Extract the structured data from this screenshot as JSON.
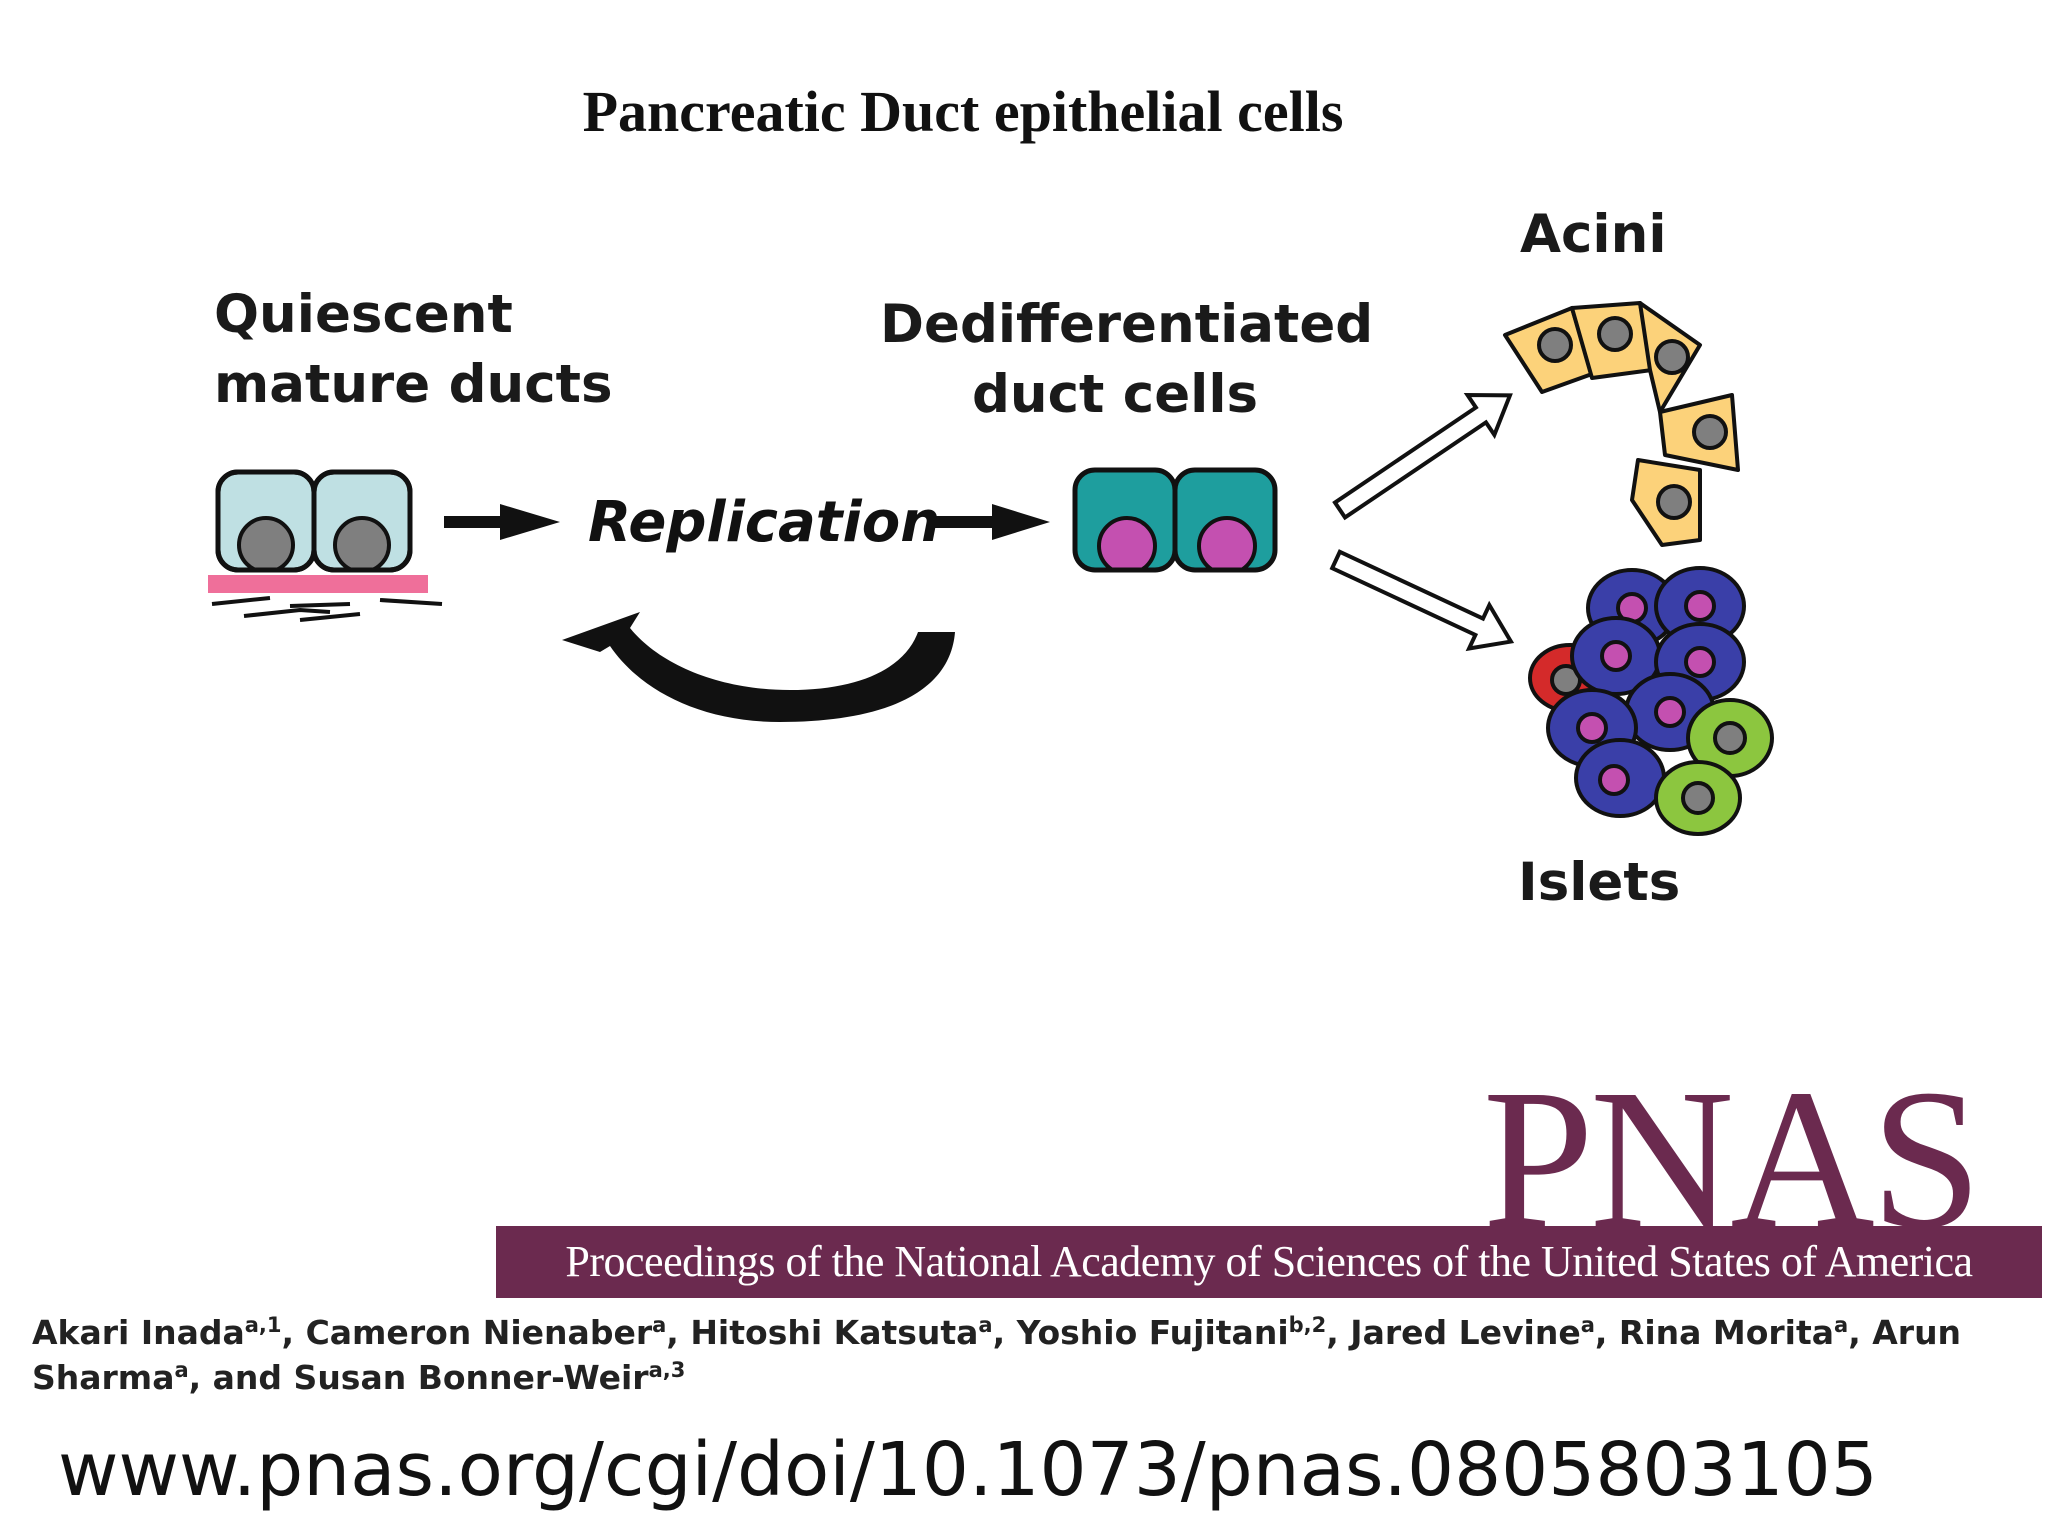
{
  "title": "Pancreatic Duct epithelial cells",
  "labels": {
    "quiescent": [
      "Quiescent",
      "mature ducts"
    ],
    "replication": "Replication",
    "dedifferentiated": [
      "Dedifferentiated",
      "duct cells"
    ],
    "acini": "Acini",
    "islets": "Islets"
  },
  "colors": {
    "quiescent_cell_fill": "#bfe0e3",
    "quiescent_nucleus": "#7f7f7f",
    "basement_membrane": "#ef6f9a",
    "dedifferentiated_cell_fill": "#1e9e9e",
    "dedifferentiated_nucleus": "#c450b0",
    "acinar_cell_fill": "#fcd27a",
    "islet_blue_cell": "#3a3fa8",
    "islet_green_cell": "#8cc63f",
    "islet_red_cell": "#d42a2a",
    "pnas_brand": "#6b2a4f"
  },
  "publisher": {
    "logo": "PNAS",
    "name": "Proceedings of the National Academy of Sciences of the United States of America"
  },
  "authors": [
    {
      "name": "Akari Inada",
      "sup": "a,1"
    },
    {
      "name": "Cameron Nienaber",
      "sup": "a"
    },
    {
      "name": "Hitoshi Katsuta",
      "sup": "a"
    },
    {
      "name": "Yoshio Fujitani",
      "sup": "b,2"
    },
    {
      "name": "Jared Levine",
      "sup": "a"
    },
    {
      "name": "Rina Morita",
      "sup": "a"
    },
    {
      "name": "Arun Sharma",
      "sup": "a"
    },
    {
      "name": "Susan Bonner-Weir",
      "sup": "a,3"
    }
  ],
  "author_separators": [
    ", ",
    ", ",
    ", ",
    ", ",
    ", ",
    ", ",
    ", and ",
    ""
  ],
  "url": "www.pnas.org/cgi/doi/10.1073/pnas.0805803105"
}
